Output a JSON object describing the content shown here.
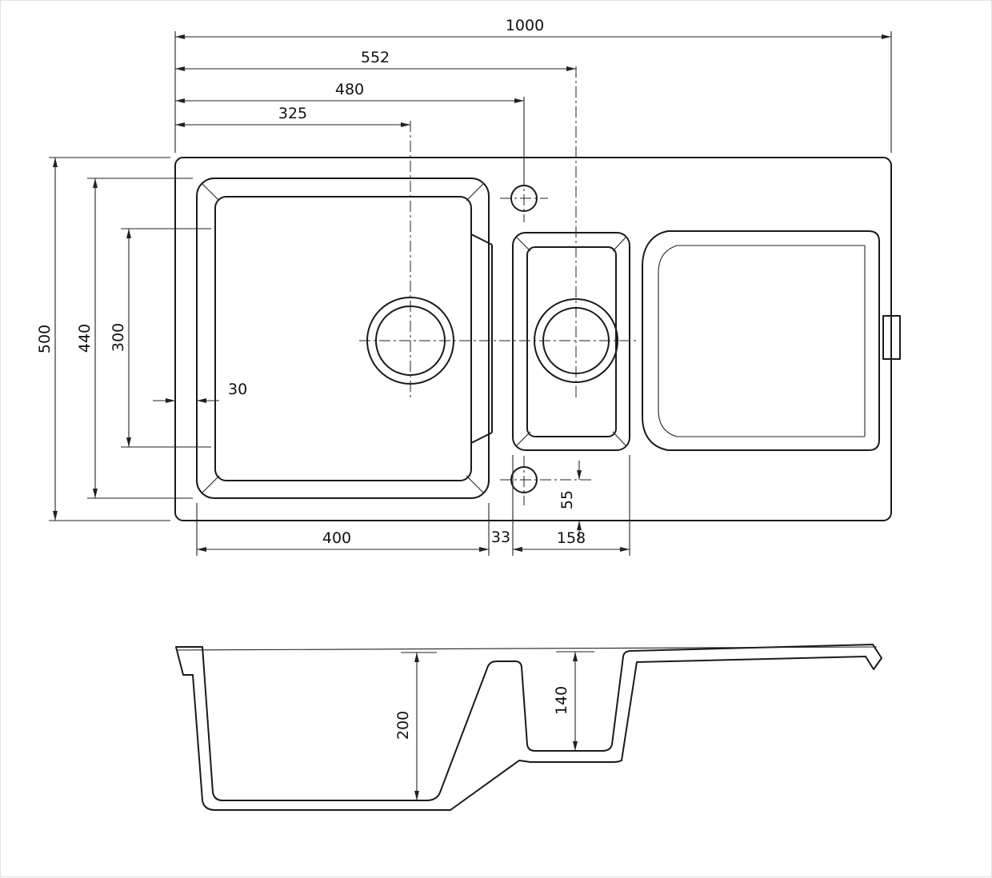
{
  "dimensions": {
    "top_view": {
      "overall_width": "1000",
      "small_bowl_drain_x": "552",
      "tap_hole_x": "480",
      "main_bowl_drain_x": "325",
      "overall_depth": "500",
      "bowl_length_outer": "440",
      "bowl_length_inner": "300",
      "edge_to_bowl": "30",
      "main_bowl_width": "400",
      "divider_width": "33",
      "small_bowl_width": "158",
      "tap_hole_edge_offset": "55"
    },
    "section_view": {
      "main_bowl_depth": "200",
      "small_bowl_depth": "140"
    }
  }
}
